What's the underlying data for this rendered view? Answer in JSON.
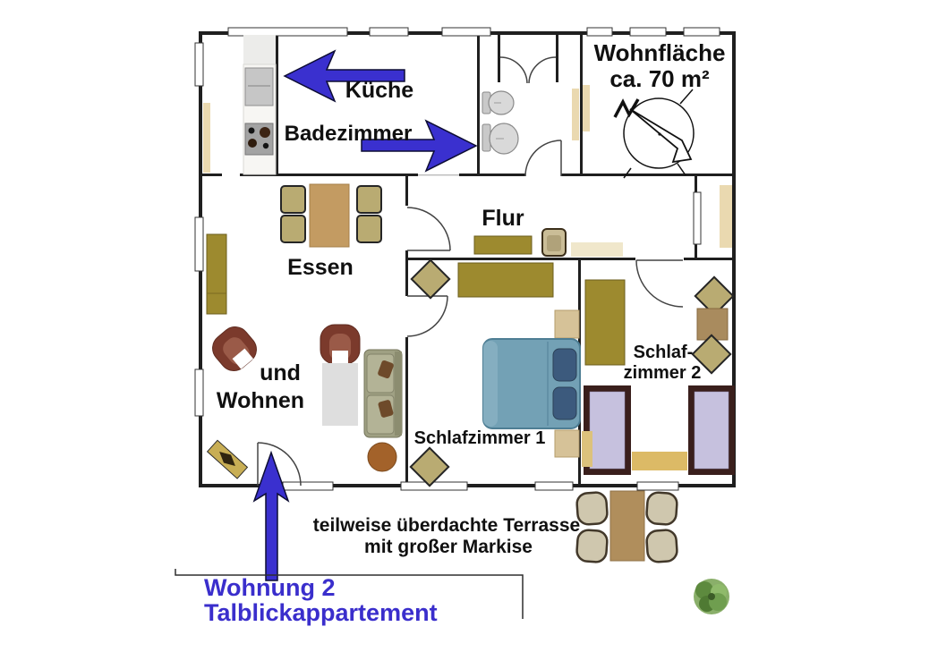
{
  "floorplan": {
    "title": {
      "line1": "Wohnung 2",
      "line2": "Talblickappartement"
    },
    "area_note": {
      "line1": "Wohnfläche",
      "line2": "ca. 70 m²"
    },
    "rooms": {
      "kueche": "Küche",
      "badezimmer": "Badezimmer",
      "flur": "Flur",
      "essen": "Essen",
      "wohnen_line1": "und",
      "wohnen_line2": "Wohnen",
      "schlafzimmer1": "Schlafzimmer 1",
      "schlafzimmer2_line1": "Schlaf-",
      "schlafzimmer2_line2": "zimmer 2"
    },
    "terrace": {
      "line1": "teilweise überdachte Terrasse",
      "line2": "mit großer Markise"
    }
  },
  "icons": [
    "compass-rose-icon",
    "tree-icon",
    "kueche-arrow-left-icon",
    "badezimmer-arrow-right-icon",
    "entrance-arrow-up-icon",
    "stove-icon",
    "toilet-icon",
    "sink-icon",
    "shower-doors-icon"
  ],
  "colors": {
    "accent": "#3a30cf",
    "label_blue": "#3a2ecc",
    "wall": "#1f1f1f",
    "olive": "#9d8a2f",
    "khaki": "#b9ab72",
    "wood": "#c39b62",
    "wood_dark": "#a98b5e",
    "armchair": "#7b3a2c",
    "sofa": "#9fa083",
    "rug": "#dedede",
    "bed_blue": "#73a1b5",
    "pillow_navy": "#3c5a7d",
    "bed_frame": "#3a1f1c",
    "bed_lavender": "#c6c1de",
    "tan": "#d6c298",
    "beige": "#ead9b0",
    "tree": "#6f9e4f",
    "round_table": "#a3622a"
  }
}
